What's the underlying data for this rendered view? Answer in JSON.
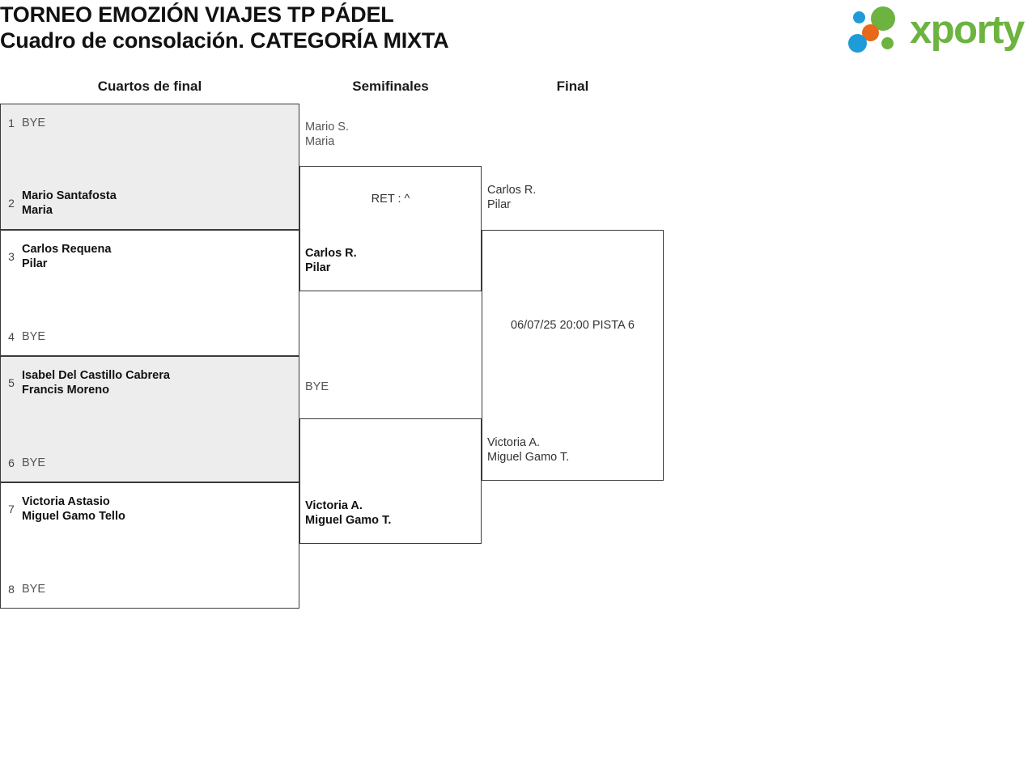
{
  "header": {
    "title_line1": "TORNEO EMOZIÓN VIAJES TP PÁDEL",
    "title_line2": "Cuadro de consolación. CATEGORÍA MIXTA",
    "title_full": "TORNEO EMOZIÓN VIAJES TP PÁDEL\nCuadro de consolación. CATEGORÍA MIXTA"
  },
  "logo": {
    "wordmark": "xporty",
    "green": "#6cb33f",
    "blue": "#1f9bd8",
    "orange": "#e8691b"
  },
  "rounds": [
    {
      "label": "Cuartos de final"
    },
    {
      "label": "Semifinales"
    },
    {
      "label": "Final"
    }
  ],
  "quarterfinals": [
    {
      "shaded": true,
      "top": {
        "seed": "1",
        "line1": "BYE",
        "line2": "",
        "state": "loser"
      },
      "bottom": {
        "seed": "2",
        "line1": "Mario Santafosta",
        "line2": "Maria",
        "state": "winner"
      }
    },
    {
      "shaded": false,
      "top": {
        "seed": "3",
        "line1": "Carlos Requena",
        "line2": "Pilar",
        "state": "winner"
      },
      "bottom": {
        "seed": "4",
        "line1": "BYE",
        "line2": "",
        "state": "loser"
      }
    },
    {
      "shaded": true,
      "top": {
        "seed": "5",
        "line1": "Isabel Del Castillo Cabrera",
        "line2": "Francis Moreno",
        "state": "winner"
      },
      "bottom": {
        "seed": "6",
        "line1": "BYE",
        "line2": "",
        "state": "loser"
      }
    },
    {
      "shaded": false,
      "top": {
        "seed": "7",
        "line1": "Victoria Astasio",
        "line2": "Miguel Gamo Tello",
        "state": "winner"
      },
      "bottom": {
        "seed": "8",
        "line1": "BYE",
        "line2": "",
        "state": "loser"
      }
    }
  ],
  "semifinals": [
    {
      "top": {
        "line1": "Mario S.",
        "line2": "Maria",
        "state": "loser"
      },
      "bottom": {
        "line1": "Carlos R.",
        "line2": "Pilar",
        "state": "winner"
      },
      "center_text": "RET : ^"
    },
    {
      "top": {
        "line1": "BYE",
        "line2": "",
        "state": "loser"
      },
      "bottom": {
        "line1": "Victoria A.",
        "line2": "Miguel Gamo T.",
        "state": "winner"
      },
      "center_text": ""
    }
  ],
  "final": {
    "top": {
      "line1": "Carlos R.",
      "line2": "Pilar",
      "state": "neutral"
    },
    "bottom": {
      "line1": "Victoria A.",
      "line2": "Miguel Gamo T.",
      "state": "neutral"
    },
    "center_text": "06/07/25 20:00 PISTA 6"
  }
}
